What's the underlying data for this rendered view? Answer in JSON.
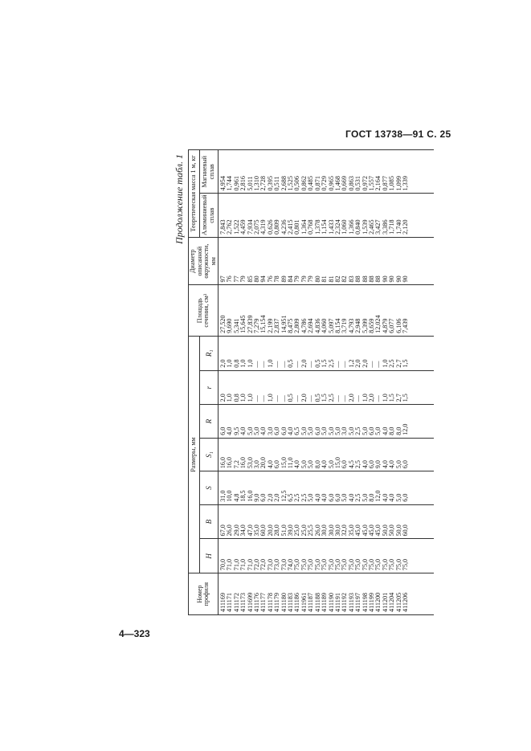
{
  "header": {
    "gost_ref": "ГОСТ 13738—91 С. 25",
    "page_number": "4—323"
  },
  "table": {
    "continuation_label": "Продолжение табл. 1",
    "group_dimensions": "Размеры, мм",
    "group_mass": "Теоретическая масса 1 м, кг",
    "col_profile_number": "Номер профиля",
    "col_H": "H",
    "col_B": "B",
    "col_S": "S",
    "col_S1": "S₁",
    "col_R": "R",
    "col_r": "r",
    "col_R1": "R₁",
    "col_area": "Площадь сечения, см²",
    "col_diameter": "Диаметр описанной окружности, мм",
    "col_aluminum": "Алюминиевый сплав",
    "col_magnesium": "Магниевый сплав",
    "profile_numbers": "411169\n411171\n411172\n411173\n411699\n411176\n411177\n411178\n411179\n411180\n411183\n411186\n411961\n411187\n411188\n411189\n411190\n411191\n411192\n411193\n411197\n411198\n411199\n411200\n411201\n411204\n411205\n411206",
    "H_values": "70,0\n71,0\n71,0\n71,0\n71,0\n72,0\n72,0\n73,0\n73,0\n73,0\n74,0\n75,0\n75,0\n75,0\n75,0\n75,0\n75,0\n75,0\n75,0\n75,0\n75,0\n75,0\n75,0\n75,0\n75,0\n75,0\n75,0\n75,0",
    "B_values": "67,0\n26,0\n29,0\n34,0\n47,0\n35,0\n60,0\n20,0\n28,0\n51,0\n39,0\n25,0\n25,0\n25,5\n26,0\n30,0\n30,0\n30,0\n32,0\n35,0\n45,0\n45,0\n45,0\n45,0\n50,0\n50,0\n50,0\n60,0",
    "S_values": "31,0\n10,0\n4,8\n18,5\n16,0\n9,0\n6,0\n2,0\n2,0\n12,5\n6,5\n2,5\n2,5\n5,0\n4,0\n4,0\n6,0\n6,0\n5,0\n4,0\n2,5\n5,0\n8,0\n12,0\n4,0\n4,0\n5,0\n6,0",
    "S1_values": "16,0\n16,0\n7,2\n16,0\n53,0\n3,0\n20,0\n4,0\n6,0\n15,0\n11,0\n4,0\n5,0\n5,0\n8,0\n4,0\n5,0\n15,0\n6,0\n4,5\n2,5\n4,0\n6,0\n9,0\n4,0\n4,0\n5,0\n6,0",
    "R_values": "6,0\n4,0\n9,5\n4,0\n5,0\n5,0\n4,0\n3,0\n6,0\n6,0\n4,0\n6,5\n5,0\n5,0\n6,0\n5,0\n5,0\n5,0\n3,0\n5,0\n2,5\n5,0\n6,0\n5,0\n4,0\n8,0\n8,0\n12,0",
    "r_values": "2,0\n1,0\n0,8\n1,0\n1,0\n—\n—\n1,0\n—\n—\n0,5\n—\n2,0\n—\n0,5\n1,5\n2,5\n—\n—\n2,0\n—\n1,0\n2,0\n—\n1,0\n1,5\n2,7\n1,5",
    "R1_values": "2,0\n1,0\n0,8\n1,0\n1,0\n—\n—\n1,0\n—\n—\n0,5\n—\n2,0\n—\n0,5\n1,5\n2,5\n—\n—\n1,2\n2,0\n2,0\n—\n—\n1,0\n2,5\n2,7\n1,5",
    "area_values": "27,520\n9,690\n5,341\n15,645\n27,839\n7,279\n15,154\n2,199\n2,837\n14,951\n8,475\n2,809\n4,786\n2,694\n4,836\n4,060\n5,097\n8,154\n3,719\n4,793\n2,948\n5,399\n8,659\n12,024\n4,879\n6,077\n6,106\n7,439",
    "diameter_values": "97\n76\n77\n79\n85\n80\n94\n76\n78\n89\n84\n79\n79\n79\n80\n81\n81\n82\n82\n83\n88\n88\n88\n88\n90\n90\n90\n90",
    "aluminum_values": "7,843\n2,762\n1,522\n4,459\n7,934\n2,075\n4,319\n0,626\n0,809\n4,236\n2,415\n0,801\n1,364\n0,768\n1,378\n1,154\n1,433\n2,324\n1,060\n1,366\n0,840\n1,539\n2,465\n3,427\n3,386\n1,718\n1,740\n2,120",
    "magnesium_values": "4,954\n1,744\n0,961\n2,816\n5,011\n1,310\n2,728\n0,395\n0,511\n2,688\n1,525\n0,506\n0,862\n0,485\n0,871\n0,729\n0,965\n1,468\n0,669\n0,863\n0,531\n0,972\n1,557\n2,164\n0,877\n1,085\n1,099\n1,339"
  }
}
